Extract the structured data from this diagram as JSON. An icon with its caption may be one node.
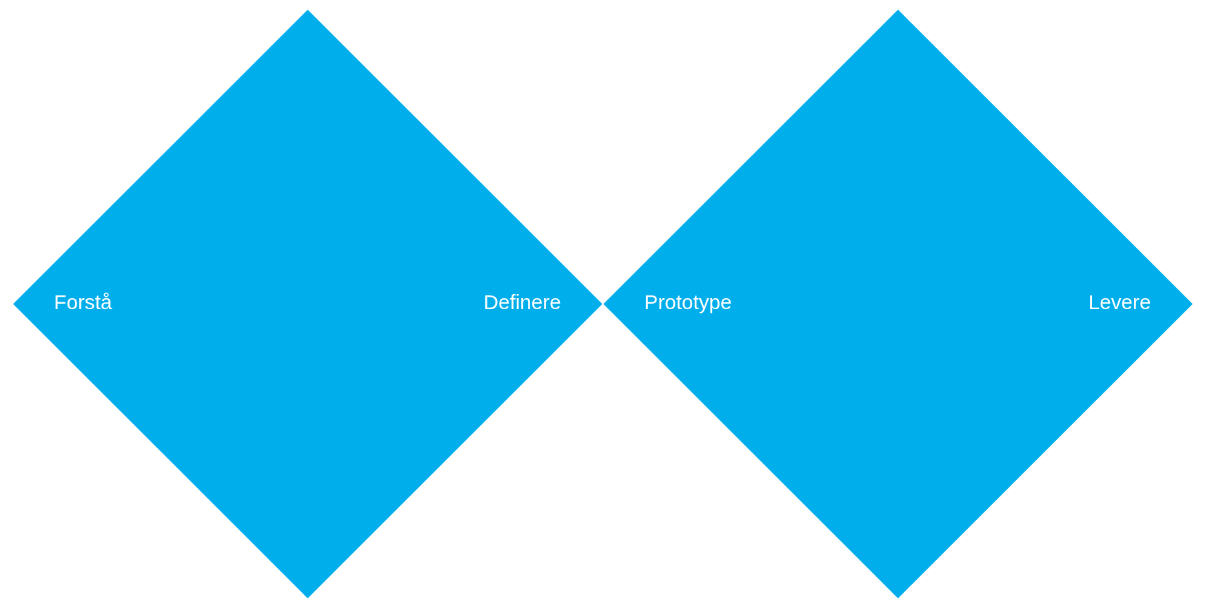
{
  "diagram": {
    "nodes": [
      {
        "text": [
          "Forstå",
          "Definere"
        ]
      },
      {
        "text": [
          "Prototype",
          "Levere"
        ]
      }
    ]
  }
}
